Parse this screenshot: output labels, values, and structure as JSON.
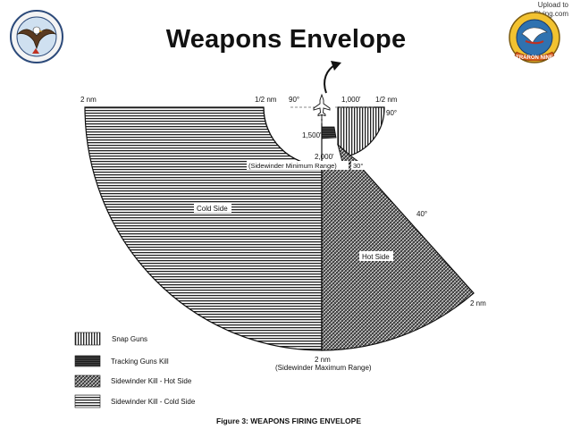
{
  "slide": {
    "title": "Weapons Envelope",
    "watermark_line1": "Upload to",
    "watermark_line2": "Flying.com"
  },
  "badges": {
    "left_text": "",
    "right_text": "TRARON NINE"
  },
  "diagram": {
    "labels": {
      "cold_2nm": "2 nm",
      "cold_half_nm": "1/2 nm",
      "angle_90_left": "90°",
      "dist_1000": "1,000'",
      "hot_half_nm": "1/2 nm",
      "angle_90_right": "90°",
      "dist_1500": "1,500'",
      "dist_2000": "2,000'",
      "min_range": "(Sidewinder Minimum Range)",
      "angle_30": "30°",
      "angle_40": "40°",
      "cold_side": "Cold Side",
      "hot_side": "Hot Side",
      "hot_2nm": "2 nm",
      "bottom_2nm": "2 nm",
      "max_range": "(Sidewinder Maximum Range)"
    },
    "legend": [
      {
        "pattern": "vertical-lines",
        "label": "Snap Guns"
      },
      {
        "pattern": "solid-dark",
        "label": "Tracking Guns Kill"
      },
      {
        "pattern": "crosshatch",
        "label": "Sidewinder Kill - Hot Side"
      },
      {
        "pattern": "horizontal-lines",
        "label": "Sidewinder Kill - Cold Side"
      }
    ],
    "caption": "Figure 3: WEAPONS FIRING ENVELOPE"
  }
}
